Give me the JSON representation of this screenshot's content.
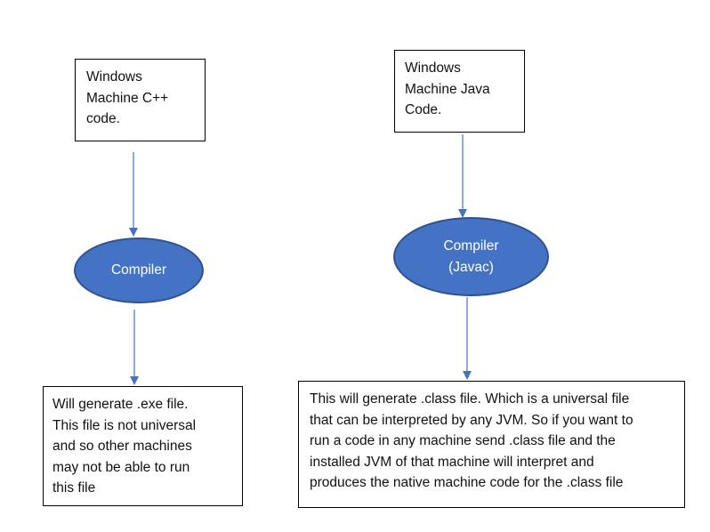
{
  "colors": {
    "arrow": "#4472c4",
    "ellipse_fill": "#4472c4",
    "ellipse_border": "#2f528f",
    "box_border": "#000000"
  },
  "cpp_flow": {
    "source_box": "Windows\nMachine C++\ncode.",
    "compiler": "Compiler",
    "output_box": "Will generate .exe file.\nThis file is not universal\nand so other machines\nmay not be able to run\nthis file"
  },
  "java_flow": {
    "source_box": "Windows\nMachine Java\nCode.",
    "compiler": "Compiler\n(Javac)",
    "output_box": "This will generate .class file. Which is a universal file\nthat can be interpreted  by any JVM. So if you want to\nrun  a code in any machine send .class file and the\ninstalled JVM of that machine will interpret  and\nproduces the native machine code for the .class file"
  }
}
